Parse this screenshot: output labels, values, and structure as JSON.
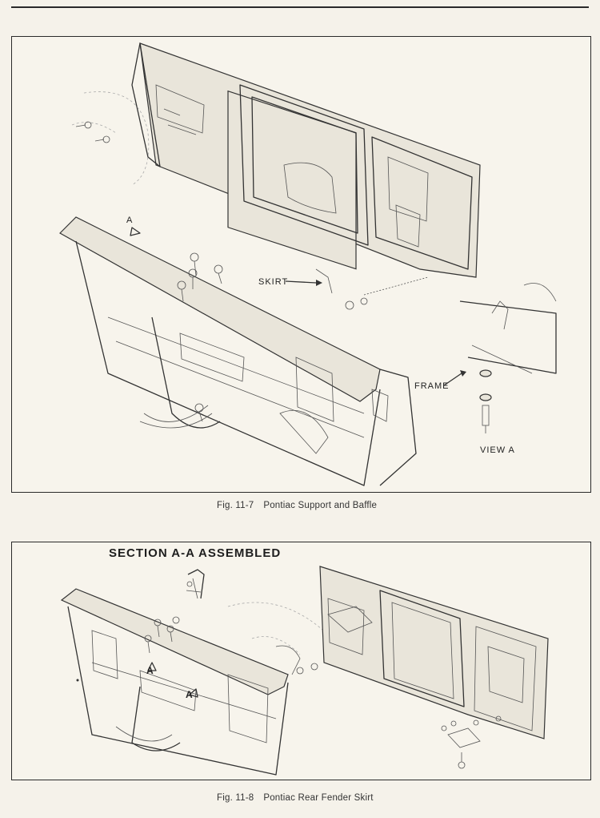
{
  "figure1": {
    "number": "Fig. 11-7",
    "title": "Pontiac Support and Baffle",
    "labels": {
      "a": "A",
      "skirt": "SKIRT",
      "frame": "FRAME",
      "view_a": "VIEW A"
    }
  },
  "figure2": {
    "number": "Fig. 11-8",
    "title": "Pontiac Rear Fender Skirt",
    "section_title": "SECTION A-A ASSEMBLED",
    "labels": {
      "a_left": "A",
      "a_right": "A"
    }
  }
}
